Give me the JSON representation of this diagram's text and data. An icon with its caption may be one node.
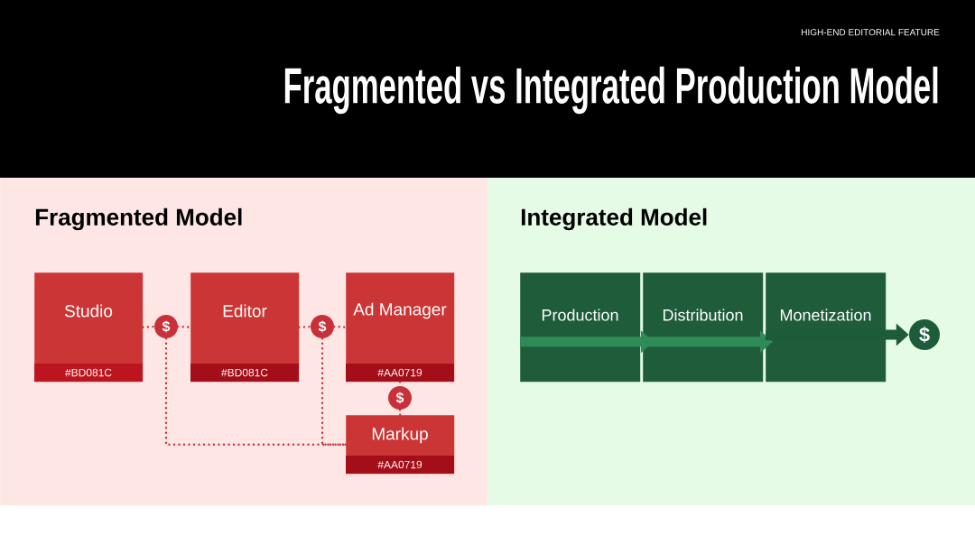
{
  "diagram": {
    "title": "Fragmented vs Integrated Production Model",
    "nodes": [
      {
        "text": [
          "Fragmented Model"
        ]
      },
      {
        "text": [
          "Studio",
          "#BD081C"
        ],
        "in": 0
      },
      {
        "text": [
          "$"
        ],
        "in": 0
      },
      {
        "text": [
          "Editor",
          "#BD081C"
        ],
        "in": 0
      },
      {
        "text": [
          "$"
        ],
        "in": 0
      },
      {
        "text": [
          "Ad Manager",
          "#AA0719"
        ],
        "in": 0
      },
      {
        "text": [
          "$"
        ],
        "in": 0
      },
      {
        "text": [
          "Markup",
          "#AA0719"
        ],
        "in": 0
      },
      {
        "text": [
          "Integrated Model"
        ]
      },
      {
        "text": [
          "Production"
        ],
        "in": 8
      },
      {
        "text": [
          "Distribution"
        ],
        "in": 8
      },
      {
        "text": [
          "Monetization"
        ],
        "in": 8
      },
      {
        "text": [
          "$"
        ],
        "in": 8
      }
    ],
    "edges": [
      {
        "from": 1,
        "to": 2,
        "arrow": "none",
        "style": "dashed"
      },
      {
        "from": 2,
        "to": 3,
        "arrow": "none",
        "style": "dashed"
      },
      {
        "from": 3,
        "to": 4,
        "arrow": "none",
        "style": "dashed"
      },
      {
        "from": 4,
        "to": 5,
        "arrow": "none",
        "style": "dashed"
      },
      {
        "from": 5,
        "to": 6,
        "arrow": "none",
        "style": "dashed"
      },
      {
        "from": 6,
        "to": 7,
        "arrow": "none",
        "style": "dashed"
      },
      {
        "from": 2,
        "to": 7,
        "arrow": "none",
        "style": "dashed"
      },
      {
        "from": 4,
        "to": 7,
        "arrow": "none",
        "style": "dashed"
      },
      {
        "from": 9,
        "to": 10,
        "arrow": "to",
        "style": "thick",
        "color": "#2e8b57"
      },
      {
        "from": 10,
        "to": 11,
        "arrow": "to",
        "style": "thick",
        "color": "#2e8b57"
      },
      {
        "from": 11,
        "to": 12,
        "arrow": "to",
        "style": "thick",
        "color": "#1d5c3b"
      }
    ],
    "labels": [
      "HIGH-END EDITORIAL FEATURE"
    ]
  }
}
